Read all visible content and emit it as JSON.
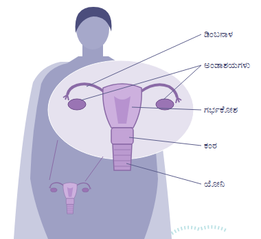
{
  "diagram": {
    "labels": [
      "ಡಿಂಬನಾಳ",
      "ಅಂಡಾಶಯಗಳು",
      "ಗರ್ಭಕೋಶ",
      "ಕಂಠ",
      "ಯೋನಿ"
    ]
  }
}
